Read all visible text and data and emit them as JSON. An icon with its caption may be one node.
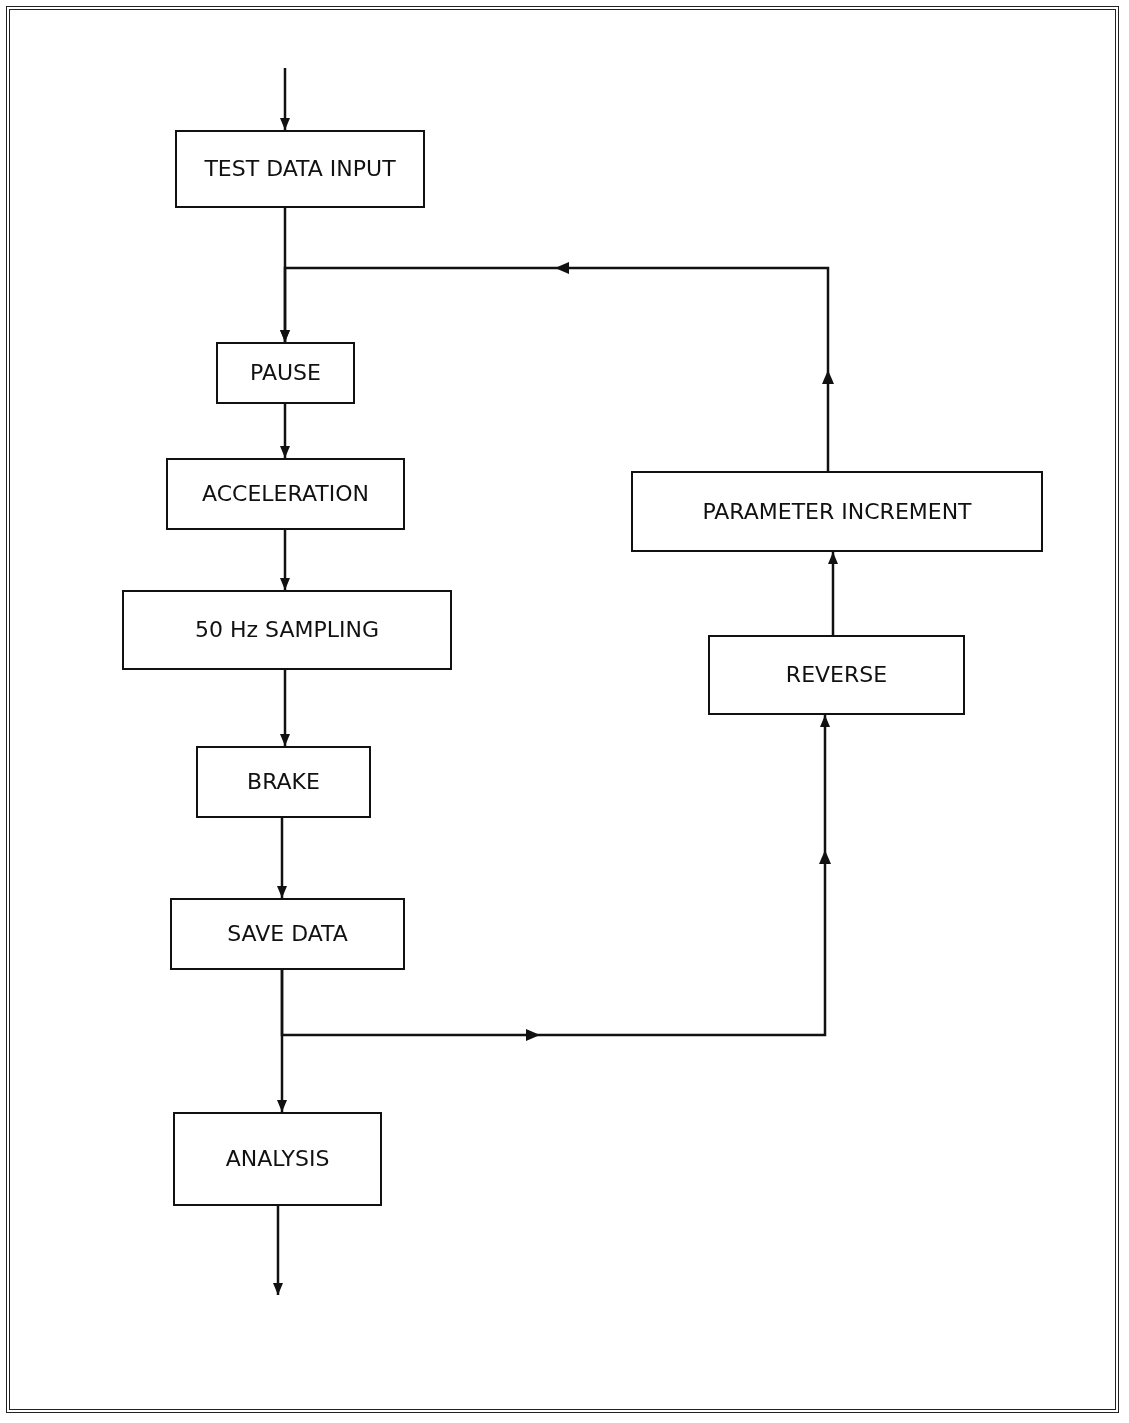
{
  "diagram": {
    "nodes": [
      {
        "text": [
          "TEST DATA INPUT"
        ]
      },
      {
        "text": [
          "PAUSE"
        ]
      },
      {
        "text": [
          "ACCELERATION"
        ]
      },
      {
        "text": [
          "50 Hz SAMPLING"
        ]
      },
      {
        "text": [
          "BRAKE"
        ]
      },
      {
        "text": [
          "SAVE DATA"
        ]
      },
      {
        "text": [
          "ANALYSIS"
        ]
      },
      {
        "text": [
          "REVERSE"
        ]
      },
      {
        "text": [
          "PARAMETER INCREMENT"
        ]
      }
    ],
    "edges": [
      {
        "from": null,
        "to": 0,
        "arrow": "to"
      },
      {
        "from": 0,
        "to": 1,
        "arrow": "to"
      },
      {
        "from": 8,
        "to": 1,
        "arrow": "to"
      },
      {
        "from": 1,
        "to": 2,
        "arrow": "to"
      },
      {
        "from": 2,
        "to": 3,
        "arrow": "to"
      },
      {
        "from": 3,
        "to": 4,
        "arrow": "to"
      },
      {
        "from": 4,
        "to": 5,
        "arrow": "to"
      },
      {
        "from": 5,
        "to": 6,
        "arrow": "to"
      },
      {
        "from": 5,
        "to": 7,
        "arrow": "to"
      },
      {
        "from": 7,
        "to": 8,
        "arrow": "to"
      },
      {
        "from": 6,
        "to": null,
        "arrow": "to"
      }
    ]
  }
}
